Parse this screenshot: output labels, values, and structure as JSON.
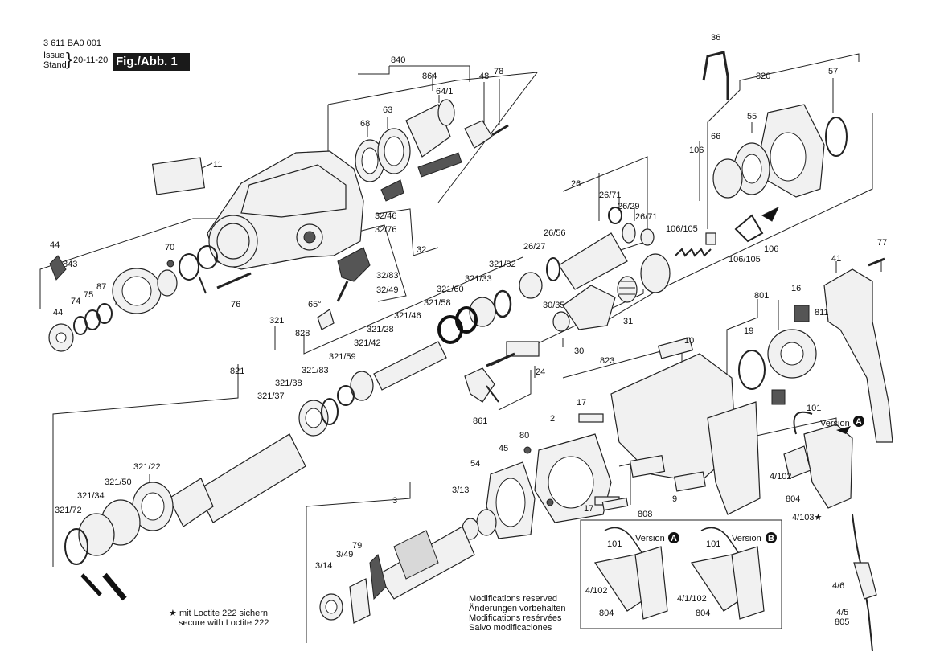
{
  "header": {
    "doc_number": "3 611 BA0 001",
    "issue_label": "Issue",
    "stand_label": "Stand",
    "issue_date": "20-11-20",
    "figure_tag": "Fig./Abb. 1"
  },
  "notes": {
    "loctite_de": "mit Loctite 222 sichern",
    "loctite_en": "secure with Loctite 222",
    "mods_en": "Modifications reserved",
    "mods_de": "Änderungen vorbehalten",
    "mods_fr": "Modifications resérvées",
    "mods_es": "Salvo modificaciones"
  },
  "callouts": {
    "c840": "840",
    "c864": "864",
    "c48": "48",
    "c78": "78",
    "c64_1": "64/1",
    "c63": "63",
    "c68": "68",
    "c11": "11",
    "c36": "36",
    "c820": "820",
    "c57": "57",
    "c55": "55",
    "c66": "66",
    "c106a": "106",
    "c106_105a": "106/105",
    "c106b": "106",
    "c106_105b": "106/105",
    "c26": "26",
    "c26_71a": "26/71",
    "c26_29": "26/29",
    "c26_71b": "26/71",
    "c26_56": "26/56",
    "c26_27": "26/27",
    "c32_46": "32/46",
    "c32_76": "32/76",
    "c32": "32",
    "c32_83": "32/83",
    "c32_49": "32/49",
    "c65": "65°",
    "c44a": "44",
    "c843": "843",
    "c70": "70",
    "c75": "75",
    "c74": "74",
    "c87": "87",
    "c44b": "44",
    "c76": "76",
    "c77": "77",
    "c41": "41",
    "c321_82": "321/82",
    "c321_33": "321/33",
    "c321_60": "321/60",
    "c321_58": "321/58",
    "c321_46": "321/46",
    "c321": "321",
    "c828": "828",
    "c321_28": "321/28",
    "c321_42": "321/42",
    "c321_59": "321/59",
    "c821": "821",
    "c321_38": "321/38",
    "c321_83": "321/83",
    "c321_37": "321/37",
    "c30_35": "30/35",
    "c31": "31",
    "c30": "30",
    "c24": "24",
    "c861": "861",
    "c823": "823",
    "c801": "801",
    "c16": "16",
    "c811": "811",
    "c19": "19",
    "c10": "10",
    "c17a": "17",
    "c101": "101",
    "version_label": "Version",
    "version_a": "A",
    "version_b": "B",
    "c2": "2",
    "c80": "80",
    "c45": "45",
    "c54": "54",
    "c3_13": "3/13",
    "c3": "3",
    "c321_22": "321/22",
    "c321_50": "321/50",
    "c321_34": "321/34",
    "c321_72": "321/72",
    "c79": "79",
    "c3_49": "3/49",
    "c3_14": "3/14",
    "c17b": "17",
    "c808": "808",
    "c9": "9",
    "c4_102": "4/102",
    "c804": "804",
    "c4_103": "4/103★",
    "c4_6": "4/6",
    "c4_5": "4/5",
    "c805": "805",
    "ia_101": "101",
    "ia_4_102": "4/102",
    "ia_804": "804",
    "ib_101": "101",
    "ib_4_1_102": "4/1/102",
    "ib_804": "804"
  },
  "star_symbol": "★"
}
